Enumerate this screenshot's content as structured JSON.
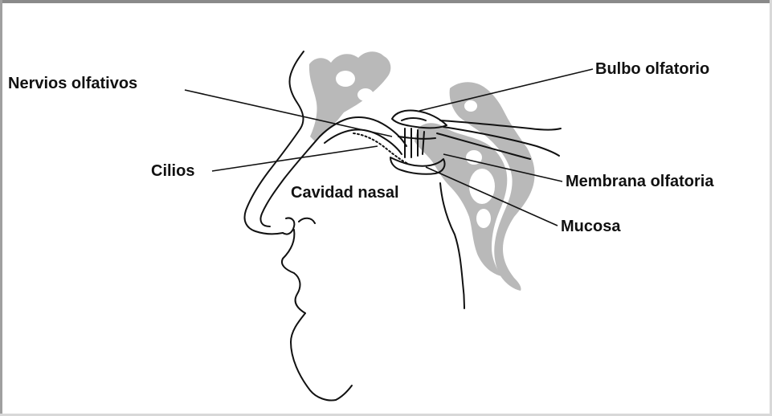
{
  "diagram": {
    "labels": {
      "nervios": "Nervios olfativos",
      "bulbo": "Bulbo olfatorio",
      "cilios": "Cilios",
      "membrana": "Membrana olfatoria",
      "cavidad": "Cavidad nasal",
      "mucosa": "Mucosa"
    },
    "colors": {
      "bone": "#b9b9b9",
      "outline": "#111111",
      "frame_top": "#8a8a8a",
      "frame_left": "#a0a0a0",
      "background": "#ffffff"
    }
  }
}
